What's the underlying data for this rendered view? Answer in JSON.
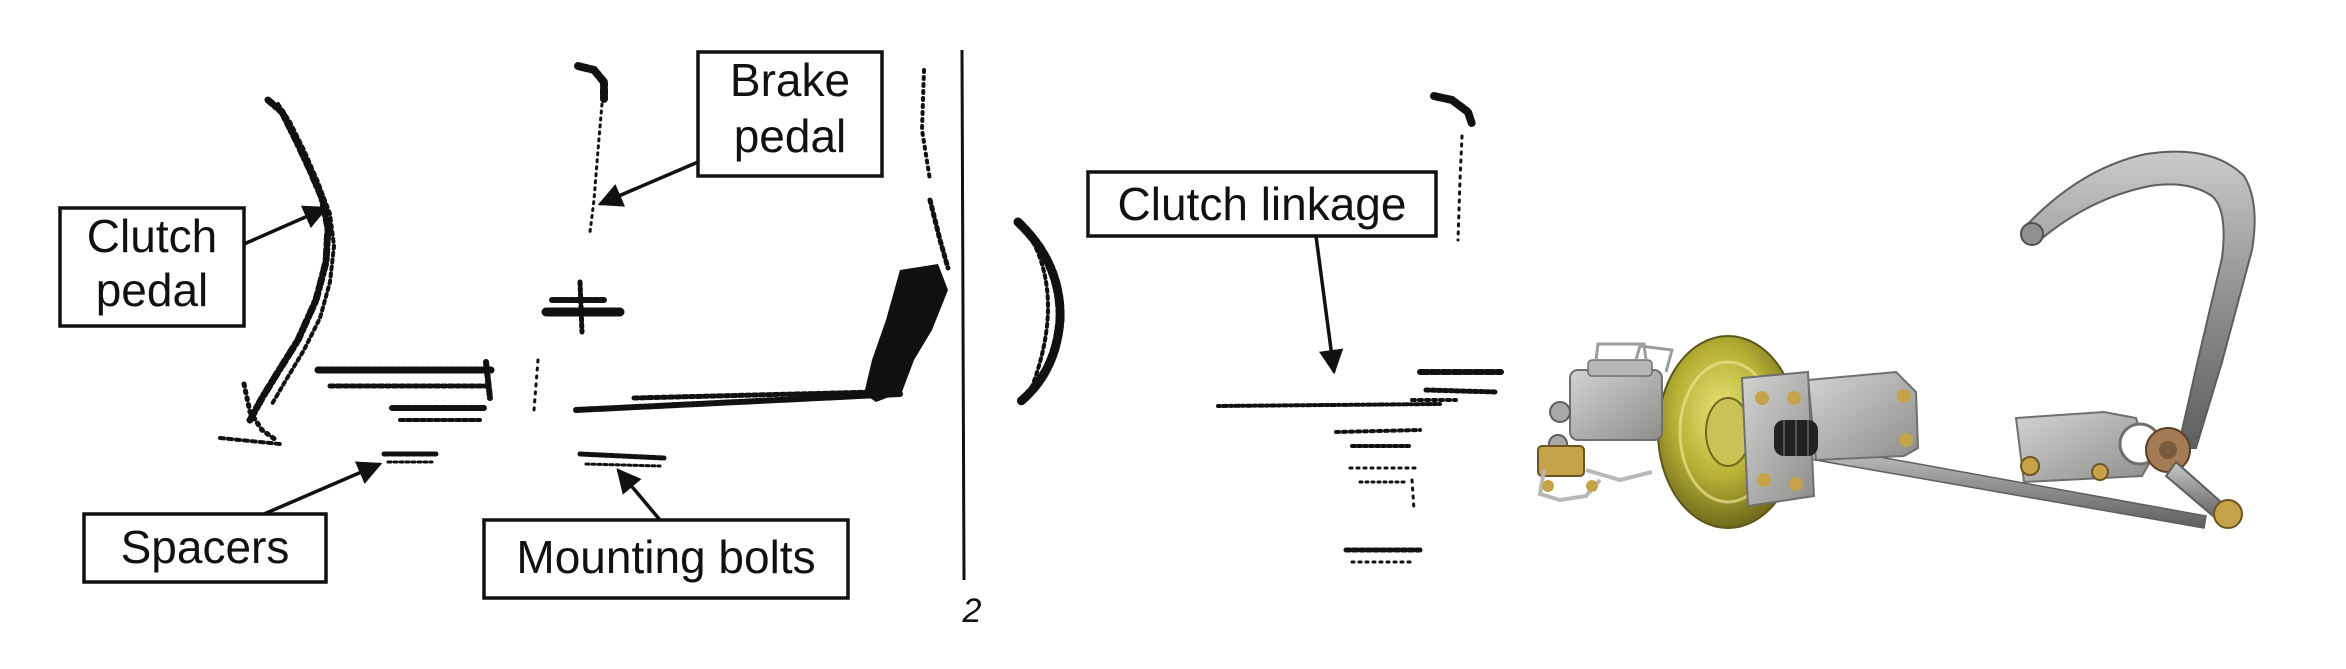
{
  "callouts": {
    "clutch_pedal_line1": "Clutch",
    "clutch_pedal_line2": "pedal",
    "brake_pedal_line1": "Brake",
    "brake_pedal_line2": "pedal",
    "spacers": "Spacers",
    "mounting_bolts": "Mounting bolts",
    "clutch_linkage": "Clutch linkage"
  },
  "figure_number": "2",
  "colors": {
    "ink": "#111111",
    "steel": "#8f9191",
    "booster_gold": "#b9b236",
    "background": "#ffffff"
  }
}
